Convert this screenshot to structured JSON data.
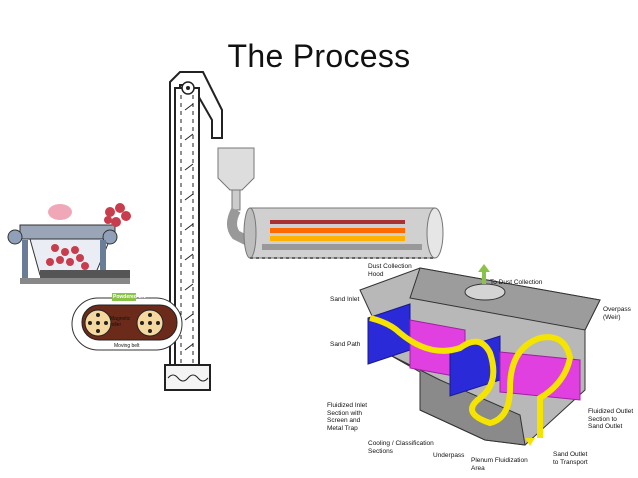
{
  "slide": {
    "title": "The Process"
  },
  "separator": {
    "labels": {
      "powdered_ore": "Powdered ore",
      "magnetic_roller": "Magnetic\nroller",
      "moving_belt": "Moving belt"
    }
  },
  "cooler": {
    "labels": {
      "dust_hood": "Dust Collection\nHood",
      "to_dust": "To Dust Collection",
      "sand_inlet": "Sand Inlet",
      "sand_path": "Sand Path",
      "overpass": "Overpass\n(Weir)",
      "fluid_inlet": "Fluidized Inlet\nSection with\nScreen and\nMetal Trap",
      "cooling": "Cooling / Classification\nSections",
      "underpass": "Underpass",
      "plenum": "Plenum Fluidization\nArea",
      "fluid_outlet": "Fluidized Outlet\nSection to\nSand Outlet",
      "sand_outlet": "Sand Outlet\nto Transport"
    }
  },
  "colors": {
    "outline": "#222222",
    "yellow_path": "#f5e400",
    "blue_plate": "#2a2ad8",
    "magenta_plate": "#e040e0",
    "dryer_flame": "#ff6a00",
    "box_grey": "#9c9c9c"
  }
}
